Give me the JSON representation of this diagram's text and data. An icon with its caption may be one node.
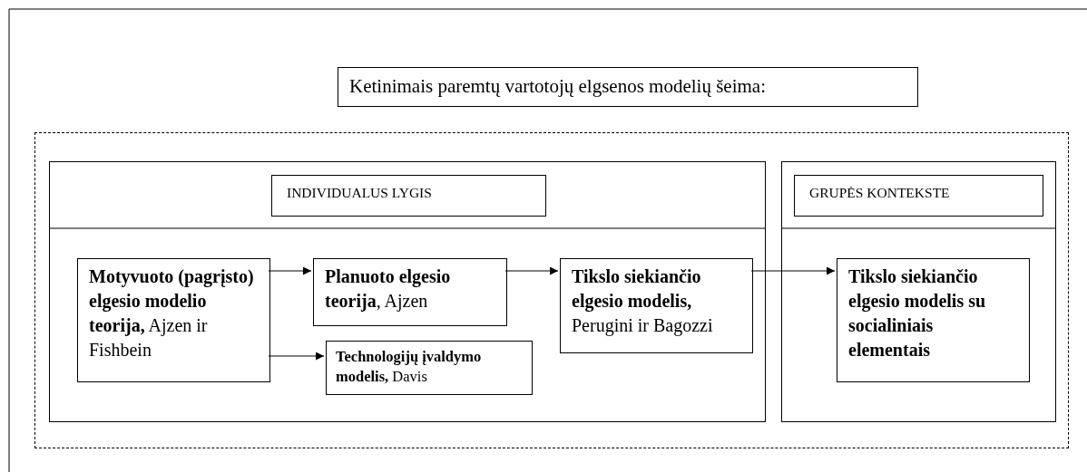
{
  "diagram": {
    "title": "Ketinimais paremtų vartotojų elgsenos modelių šeima:",
    "nodes": [
      {
        "text": [],
        "shape": "box"
      },
      {
        "text": [],
        "shape": "box",
        "in": 0
      },
      {
        "text": [
          "INDIVIDUALUS LYGIS"
        ],
        "in": 1
      },
      {
        "text": [
          "**Motyvuoto (pagrįsto) elgesio modelio teorija,** Ajzen ir Fishbein"
        ],
        "in": 1
      },
      {
        "text": [
          "**Planuoto elgesio teorija**, Ajzen"
        ],
        "in": 1
      },
      {
        "text": [
          "**Technologijų įvaldymo modelis,** Davis"
        ],
        "in": 1
      },
      {
        "text": [
          "**Tikslo siekiančio elgesio modelis,** Perugini ir Bagozzi"
        ],
        "in": 1
      },
      {
        "text": [],
        "shape": "box",
        "in": 0
      },
      {
        "text": [
          "GRUPĖS KONTEKSTE"
        ],
        "in": 7
      },
      {
        "text": [
          "Tikslo siekiančio elgesio modelis su socialiniais elementais"
        ],
        "in": 7
      }
    ],
    "edges": [
      {
        "from": 3,
        "to": 4,
        "arrow": "to"
      },
      {
        "from": 3,
        "to": 5,
        "arrow": "to"
      },
      {
        "from": 4,
        "to": 6,
        "arrow": "to"
      },
      {
        "from": 6,
        "to": 9,
        "arrow": "to"
      }
    ]
  }
}
